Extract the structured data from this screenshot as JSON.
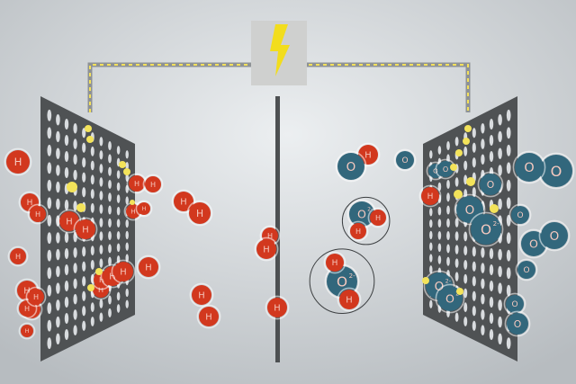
{
  "colors": {
    "background_light": "#eceff1",
    "background_dark": "#b7bcc0",
    "electrode": "#4f5254",
    "hole": "#d9dcdf",
    "wire": "#8e9295",
    "wire_dash": "#f4e15b",
    "power_box": "#cfd0cf",
    "bolt": "#f2dd1d",
    "membrane": "#4d5052",
    "hydrogen": "#d2381e",
    "oxygen": "#32677c",
    "electron": "#f3e35a",
    "atom_text": "#f5c9bf"
  },
  "icons": {
    "power": "lightning-bolt-icon"
  },
  "symbols": {
    "hydrogen": "H",
    "oxygen": "O",
    "oxygen_ion": "O",
    "ion_charge": "2-"
  },
  "atoms": {
    "h_single": [
      [
        20,
        180,
        13
      ],
      [
        33,
        225,
        10
      ],
      [
        30,
        323,
        11
      ],
      [
        20,
        285,
        9
      ],
      [
        35,
        344,
        10
      ],
      [
        152,
        204,
        9
      ],
      [
        170,
        205,
        9
      ],
      [
        204,
        224,
        11
      ],
      [
        222,
        237,
        12
      ],
      [
        165,
        297,
        11
      ],
      [
        224,
        328,
        11
      ],
      [
        232,
        352,
        11
      ],
      [
        308,
        342,
        11
      ],
      [
        300,
        262,
        9
      ],
      [
        296,
        277,
        11
      ],
      [
        409,
        172,
        11
      ],
      [
        478,
        218,
        10
      ],
      [
        30,
        368,
        7
      ],
      [
        112,
        322,
        9
      ],
      [
        113,
        311,
        9
      ],
      [
        42,
        238,
        9
      ],
      [
        158,
        232,
        6
      ]
    ],
    "h2_pairs": [
      [
        77,
        246,
        11,
        95,
        255,
        11
      ],
      [
        125,
        307,
        11,
        137,
        302,
        11
      ],
      [
        30,
        343,
        9,
        40,
        330,
        9
      ],
      [
        148,
        235,
        8,
        160,
        232,
        7
      ]
    ],
    "o_single": [
      [
        390,
        185,
        15
      ],
      [
        618,
        190,
        18
      ],
      [
        588,
        186,
        16
      ],
      [
        545,
        205,
        12
      ],
      [
        593,
        271,
        14
      ],
      [
        616,
        262,
        15
      ],
      [
        578,
        239,
        10
      ],
      [
        585,
        300,
        10
      ],
      [
        572,
        338,
        10
      ],
      [
        575,
        360,
        12
      ],
      [
        484,
        190,
        8
      ],
      [
        495,
        188,
        9
      ],
      [
        450,
        178,
        10
      ],
      [
        522,
        233,
        15
      ]
    ],
    "o_ions": [
      [
        540,
        255,
        17
      ],
      [
        488,
        318,
        15
      ],
      [
        500,
        332,
        14
      ]
    ],
    "water": [
      {
        "o": [
          402,
          238,
          14
        ],
        "h": [
          [
            398,
            257,
            9
          ],
          [
            420,
            242,
            9
          ]
        ]
      },
      {
        "o": [
          380,
          313,
          17
        ],
        "h": [
          [
            372,
            292,
            10
          ],
          [
            388,
            333,
            11
          ]
        ]
      }
    ],
    "electrons": [
      [
        98,
        143,
        4
      ],
      [
        100,
        155,
        4
      ],
      [
        136,
        183,
        4
      ],
      [
        141,
        191,
        4
      ],
      [
        80,
        208,
        6
      ],
      [
        90,
        231,
        5
      ],
      [
        147,
        225,
        3
      ],
      [
        110,
        302,
        4
      ],
      [
        101,
        320,
        4
      ],
      [
        520,
        143,
        4
      ],
      [
        518,
        157,
        4
      ],
      [
        510,
        170,
        4
      ],
      [
        504,
        186,
        4
      ],
      [
        523,
        202,
        5
      ],
      [
        509,
        216,
        5
      ],
      [
        549,
        232,
        5
      ],
      [
        473,
        312,
        4
      ],
      [
        511,
        324,
        4
      ]
    ]
  }
}
